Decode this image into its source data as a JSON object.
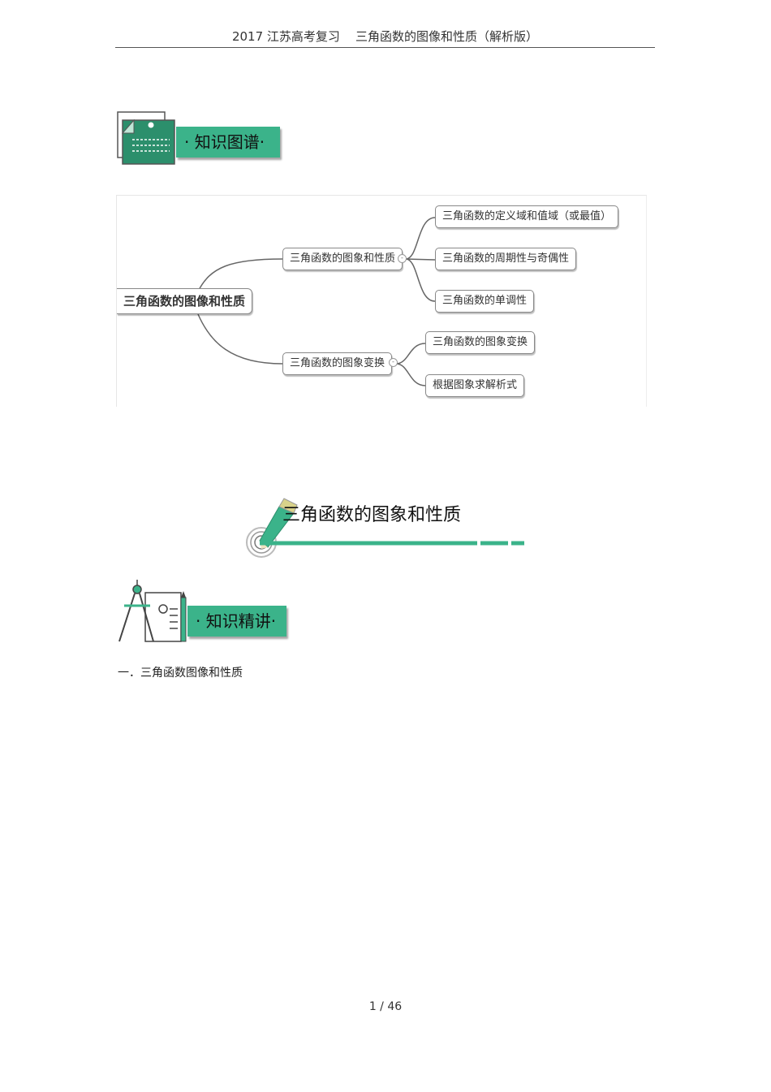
{
  "header": {
    "left": "2017 江苏高考复习",
    "right": "三角函数的图像和性质（解析版）"
  },
  "banner1": {
    "label": "·  知识图谱·"
  },
  "mindmap": {
    "root": "三角函数的图像和性质",
    "branch1": {
      "label": "三角函数的图象和性质",
      "children": [
        "三角函数的定义域和值域（或最值）",
        "三角函数的周期性与奇偶性",
        "三角函数的单调性"
      ]
    },
    "branch2": {
      "label": "三角函数的图象变换",
      "children": [
        "三角函数的图象变换",
        "根据图象求解析式"
      ]
    },
    "collapse_symbol": "-"
  },
  "section": {
    "title": "三角函数的图象和性质"
  },
  "banner2": {
    "label": "·  知识精讲·"
  },
  "body": {
    "item1": "一．三角函数图像和性质"
  },
  "footer": {
    "page": "1 / 46"
  },
  "colors": {
    "accent": "#3bb38a",
    "dark_green": "#2c8f6c"
  }
}
